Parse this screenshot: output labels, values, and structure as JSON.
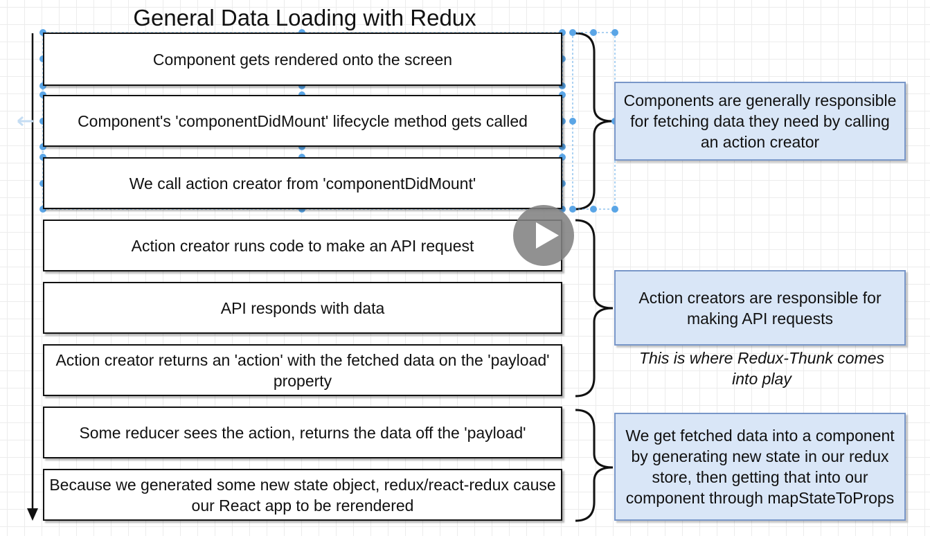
{
  "diagram": {
    "title": "General Data Loading with Redux",
    "steps": [
      "Component gets rendered onto the screen",
      "Component's 'componentDidMount' lifecycle method gets called",
      "We call action creator from 'componentDidMount'",
      "Action creator runs code to make an API request",
      "API responds with data",
      "Action creator returns an 'action' with the fetched data on the 'payload' property",
      "Some reducer sees the action, returns the data off the 'payload'",
      "Because we generated some new state object, redux/react-redux cause our React app to be rerendered"
    ],
    "notes": [
      "Components are generally responsible for fetching data they need by calling an action creator",
      "Action creators are responsible for making API requests",
      "We get fetched data into a component by generating new state in our redux store, then getting that into our component through mapStateToProps"
    ],
    "caption": "This is where Redux-Thunk comes into play"
  },
  "colors": {
    "note_fill": "#d9e6f7",
    "note_border": "#7896c8",
    "selection_handle": "#5aa5e6"
  }
}
